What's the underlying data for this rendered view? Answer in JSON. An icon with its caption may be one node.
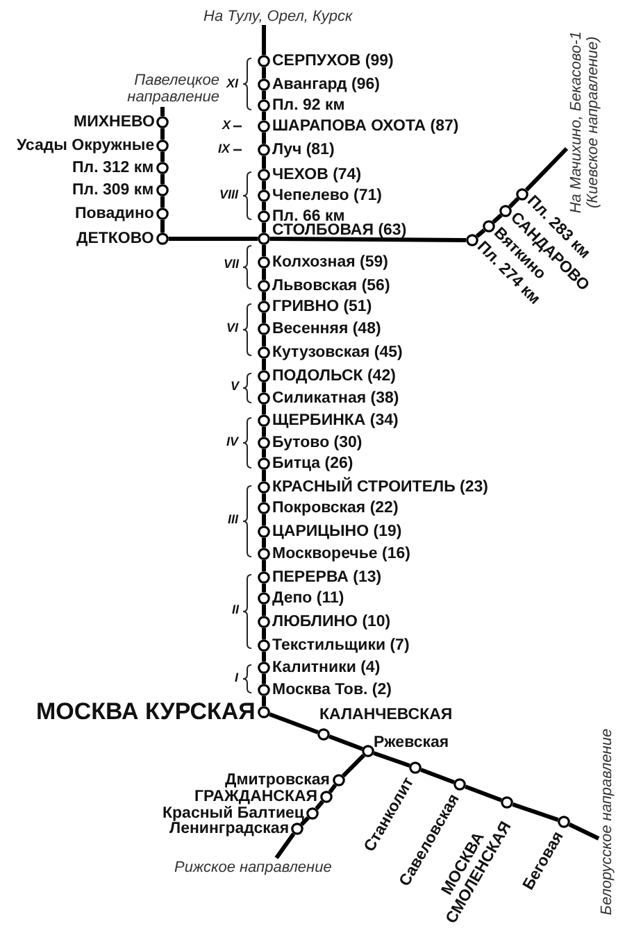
{
  "diagram": {
    "nodes": [
      {
        "text": [],
        "shape": "circle",
        "beside": [
          "СЕРПУХОВ (99)"
        ]
      },
      {
        "text": [],
        "shape": "circle",
        "beside": [
          "Авангард (96)"
        ]
      },
      {
        "text": [],
        "shape": "circle",
        "beside": [
          "Пл. 92 км"
        ]
      },
      {
        "text": [],
        "shape": "circle",
        "beside": [
          "ШАРАПОВА ОХОТА (87)"
        ]
      },
      {
        "text": [],
        "shape": "circle",
        "beside": [
          "Луч (81)"
        ]
      },
      {
        "text": [],
        "shape": "circle",
        "beside": [
          "ЧЕХОВ (74)"
        ]
      },
      {
        "text": [],
        "shape": "circle",
        "beside": [
          "Чепелево (71)"
        ]
      },
      {
        "text": [],
        "shape": "circle",
        "beside": [
          "Пл. 66 км"
        ]
      },
      {
        "text": [],
        "shape": "circle",
        "beside": [
          "СТОЛБОВАЯ (63)"
        ]
      },
      {
        "text": [],
        "shape": "circle",
        "beside": [
          "Колхозная (59)"
        ]
      },
      {
        "text": [],
        "shape": "circle",
        "beside": [
          "Львовская (56)"
        ]
      },
      {
        "text": [],
        "shape": "circle",
        "beside": [
          "ГРИВНО (51)"
        ]
      },
      {
        "text": [],
        "shape": "circle",
        "beside": [
          "Весенняя (48)"
        ]
      },
      {
        "text": [],
        "shape": "circle",
        "beside": [
          "Кутузовская (45)"
        ]
      },
      {
        "text": [],
        "shape": "circle",
        "beside": [
          "ПОДОЛЬСК (42)"
        ]
      },
      {
        "text": [],
        "shape": "circle",
        "beside": [
          "Силикатная (38)"
        ]
      },
      {
        "text": [],
        "shape": "circle",
        "beside": [
          "ЩЕРБИНКА (34)"
        ]
      },
      {
        "text": [],
        "shape": "circle",
        "beside": [
          "Бутово (30)"
        ]
      },
      {
        "text": [],
        "shape": "circle",
        "beside": [
          "Битца (26)"
        ]
      },
      {
        "text": [],
        "shape": "circle",
        "beside": [
          "КРАСНЫЙ СТРОИТЕЛЬ (23)"
        ]
      },
      {
        "text": [],
        "shape": "circle",
        "beside": [
          "Покровская (22)"
        ]
      },
      {
        "text": [],
        "shape": "circle",
        "beside": [
          "ЦАРИЦЫНО (19)"
        ]
      },
      {
        "text": [],
        "shape": "circle",
        "beside": [
          "Москворечье (16)"
        ]
      },
      {
        "text": [],
        "shape": "circle",
        "beside": [
          "ПЕРЕРВА (13)"
        ]
      },
      {
        "text": [],
        "shape": "circle",
        "beside": [
          "Депо (11)"
        ]
      },
      {
        "text": [],
        "shape": "circle",
        "beside": [
          "ЛЮБЛИНО (10)"
        ]
      },
      {
        "text": [],
        "shape": "circle",
        "beside": [
          "Текстильщики (7)"
        ]
      },
      {
        "text": [],
        "shape": "circle",
        "beside": [
          "Калитники (4)"
        ]
      },
      {
        "text": [],
        "shape": "circle",
        "beside": [
          "Москва Тов. (2)"
        ]
      },
      {
        "text": [],
        "shape": "circle",
        "beside": [
          "МОСКВА КУРСКАЯ"
        ]
      },
      {
        "text": [],
        "shape": "circle",
        "beside": [
          "КАЛАНЧЕВСКАЯ"
        ]
      },
      {
        "text": [],
        "shape": "circle",
        "beside": [
          "Ржевская"
        ]
      },
      {
        "text": [],
        "shape": "circle",
        "beside": [
          "Станколит"
        ]
      },
      {
        "text": [],
        "shape": "circle",
        "beside": [
          "Савеловская"
        ]
      },
      {
        "text": [],
        "shape": "circle",
        "beside": [
          "МОСКВА СМОЛЕНСКАЯ"
        ]
      },
      {
        "text": [],
        "shape": "circle",
        "beside": [
          "Беговая"
        ]
      },
      {
        "text": [],
        "shape": "circle",
        "beside": [
          "Дмитровская"
        ]
      },
      {
        "text": [],
        "shape": "circle",
        "beside": [
          "ГРАЖДАНСКАЯ"
        ]
      },
      {
        "text": [],
        "shape": "circle",
        "beside": [
          "Красный Балтиец"
        ]
      },
      {
        "text": [],
        "shape": "circle",
        "beside": [
          "Ленинградская"
        ]
      },
      {
        "text": [],
        "shape": "circle",
        "beside": [
          "МИХНЕВО"
        ]
      },
      {
        "text": [],
        "shape": "circle",
        "beside": [
          "Усады Окружные"
        ]
      },
      {
        "text": [],
        "shape": "circle",
        "beside": [
          "Пл. 312 км"
        ]
      },
      {
        "text": [],
        "shape": "circle",
        "beside": [
          "Пл. 309 км"
        ]
      },
      {
        "text": [],
        "shape": "circle",
        "beside": [
          "Повадино"
        ]
      },
      {
        "text": [],
        "shape": "circle",
        "beside": [
          "ДЕТКОВО"
        ]
      },
      {
        "text": [],
        "shape": "circle",
        "beside": [
          "Пл. 274 км"
        ]
      },
      {
        "text": [],
        "shape": "circle",
        "beside": [
          "Вяткино"
        ]
      },
      {
        "text": [],
        "shape": "circle",
        "beside": [
          "САНДАРОВО"
        ]
      },
      {
        "text": [],
        "shape": "circle",
        "beside": [
          "Пл. 283 км"
        ]
      },
      {
        "text": [
          "На Тулу, Орел, Курск"
        ]
      },
      {
        "text": [
          "Павелецкое направление"
        ]
      },
      {
        "text": [
          "На Мачихино, Бекасово-1 (Киевское направление)"
        ]
      },
      {
        "text": [
          "Рижское направление"
        ]
      },
      {
        "text": [
          "Белорусское направление"
        ]
      }
    ],
    "edges": [
      {
        "from": 50,
        "to": 0,
        "arrow": "none"
      },
      {
        "from": 0,
        "to": 1,
        "arrow": "none"
      },
      {
        "from": 1,
        "to": 2,
        "arrow": "none"
      },
      {
        "from": 2,
        "to": 3,
        "arrow": "none"
      },
      {
        "from": 3,
        "to": 4,
        "arrow": "none"
      },
      {
        "from": 4,
        "to": 5,
        "arrow": "none"
      },
      {
        "from": 5,
        "to": 6,
        "arrow": "none"
      },
      {
        "from": 6,
        "to": 7,
        "arrow": "none"
      },
      {
        "from": 7,
        "to": 8,
        "arrow": "none"
      },
      {
        "from": 8,
        "to": 9,
        "arrow": "none"
      },
      {
        "from": 9,
        "to": 10,
        "arrow": "none"
      },
      {
        "from": 10,
        "to": 11,
        "arrow": "none"
      },
      {
        "from": 11,
        "to": 12,
        "arrow": "none"
      },
      {
        "from": 12,
        "to": 13,
        "arrow": "none"
      },
      {
        "from": 13,
        "to": 14,
        "arrow": "none"
      },
      {
        "from": 14,
        "to": 15,
        "arrow": "none"
      },
      {
        "from": 15,
        "to": 16,
        "arrow": "none"
      },
      {
        "from": 16,
        "to": 17,
        "arrow": "none"
      },
      {
        "from": 17,
        "to": 18,
        "arrow": "none"
      },
      {
        "from": 18,
        "to": 19,
        "arrow": "none"
      },
      {
        "from": 19,
        "to": 20,
        "arrow": "none"
      },
      {
        "from": 20,
        "to": 21,
        "arrow": "none"
      },
      {
        "from": 21,
        "to": 22,
        "arrow": "none"
      },
      {
        "from": 22,
        "to": 23,
        "arrow": "none"
      },
      {
        "from": 23,
        "to": 24,
        "arrow": "none"
      },
      {
        "from": 24,
        "to": 25,
        "arrow": "none"
      },
      {
        "from": 25,
        "to": 26,
        "arrow": "none"
      },
      {
        "from": 26,
        "to": 27,
        "arrow": "none"
      },
      {
        "from": 27,
        "to": 28,
        "arrow": "none"
      },
      {
        "from": 28,
        "to": 29,
        "arrow": "none"
      },
      {
        "from": 29,
        "to": 30,
        "arrow": "none"
      },
      {
        "from": 30,
        "to": 31,
        "arrow": "none"
      },
      {
        "from": 31,
        "to": 32,
        "arrow": "none"
      },
      {
        "from": 32,
        "to": 33,
        "arrow": "none"
      },
      {
        "from": 33,
        "to": 34,
        "arrow": "none"
      },
      {
        "from": 34,
        "to": 35,
        "arrow": "none"
      },
      {
        "from": 35,
        "to": 54,
        "arrow": "none"
      },
      {
        "from": 31,
        "to": 36,
        "arrow": "none"
      },
      {
        "from": 36,
        "to": 37,
        "arrow": "none"
      },
      {
        "from": 37,
        "to": 38,
        "arrow": "none"
      },
      {
        "from": 38,
        "to": 39,
        "arrow": "none"
      },
      {
        "from": 39,
        "to": 53,
        "arrow": "none"
      },
      {
        "from": 51,
        "to": 40,
        "arrow": "none"
      },
      {
        "from": 40,
        "to": 41,
        "arrow": "none"
      },
      {
        "from": 41,
        "to": 42,
        "arrow": "none"
      },
      {
        "from": 42,
        "to": 43,
        "arrow": "none"
      },
      {
        "from": 43,
        "to": 44,
        "arrow": "none"
      },
      {
        "from": 44,
        "to": 45,
        "arrow": "none"
      },
      {
        "from": 45,
        "to": 8,
        "arrow": "none"
      },
      {
        "from": 8,
        "to": 46,
        "arrow": "none"
      },
      {
        "from": 46,
        "to": 47,
        "arrow": "none"
      },
      {
        "from": 47,
        "to": 48,
        "arrow": "none"
      },
      {
        "from": 48,
        "to": 49,
        "arrow": "none"
      },
      {
        "from": 49,
        "to": 52,
        "arrow": "none"
      }
    ],
    "labels": [
      "XI",
      "X",
      "IX",
      "VIII",
      "VII",
      "VI",
      "V",
      "IV",
      "III",
      "II",
      "I"
    ]
  }
}
